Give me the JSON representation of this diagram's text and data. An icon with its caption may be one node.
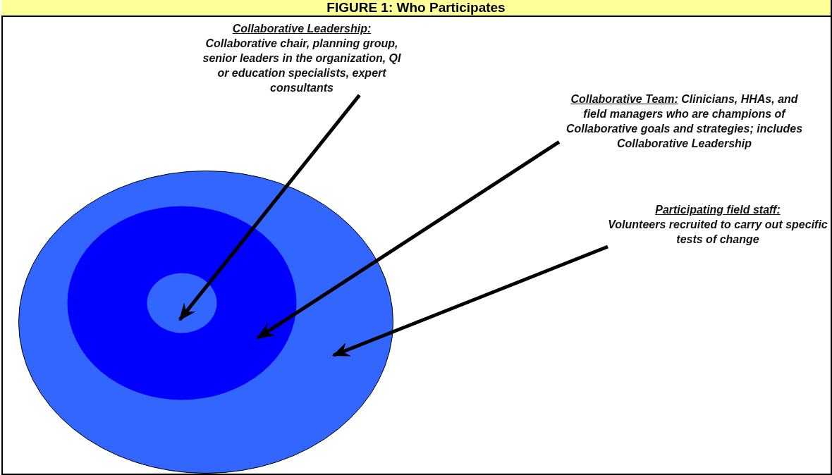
{
  "diagram": {
    "title": "FIGURE 1: Who Participates",
    "nodes": [
      {
        "text": [
          "Collaborative Leadership:",
          "Collaborative chair, planning group, senior leaders in the organization, QI or education specialists, expert consultants"
        ]
      },
      {
        "text": [
          "Collaborative Team:",
          "Clinicians, HHAs, and field managers who are champions of Collaborative goals and strategies; includes Collaborative Leadership"
        ]
      },
      {
        "text": [
          "Participating field staff:",
          "Volunteers recruited to carry out specific tests of change"
        ]
      },
      {
        "text": [],
        "shape": "circle"
      },
      {
        "text": [],
        "shape": "circle",
        "in": 3
      },
      {
        "text": [],
        "shape": "circle",
        "in": 4
      }
    ],
    "edges": [
      {
        "from": 0,
        "to": 5,
        "arrow": "to"
      },
      {
        "from": 1,
        "to": 4,
        "arrow": "to"
      },
      {
        "from": 2,
        "to": 3,
        "arrow": "to"
      }
    ]
  }
}
